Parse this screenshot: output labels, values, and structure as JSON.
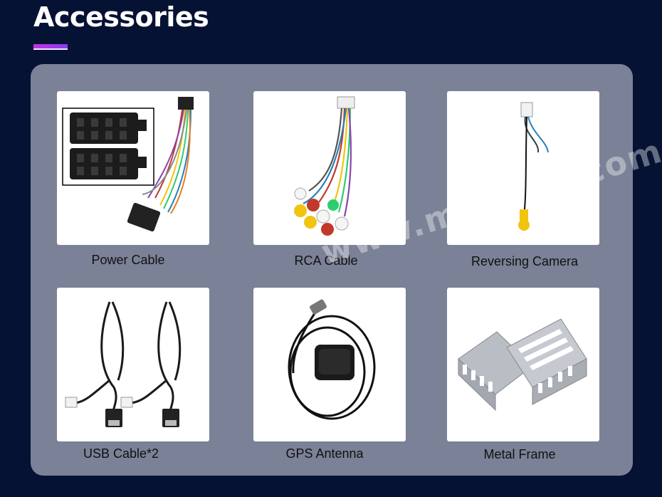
{
  "header": {
    "title": "Accessories"
  },
  "accessories": [
    {
      "label": "Power Cable",
      "icon": "power-cable-harness-icon"
    },
    {
      "label": "RCA Cable",
      "icon": "rca-cable-icon"
    },
    {
      "label": "Reversing Camera",
      "icon": "reversing-camera-cable-icon"
    },
    {
      "label": "USB Cable*2",
      "icon": "usb-cable-icon"
    },
    {
      "label": "GPS Antenna",
      "icon": "gps-antenna-icon"
    },
    {
      "label": "Metal Frame",
      "icon": "metal-frame-icon"
    }
  ],
  "watermark": "www.mekede.com",
  "colors": {
    "background": "#061234",
    "panel": "#7b8196",
    "accent": "#c234e0"
  }
}
